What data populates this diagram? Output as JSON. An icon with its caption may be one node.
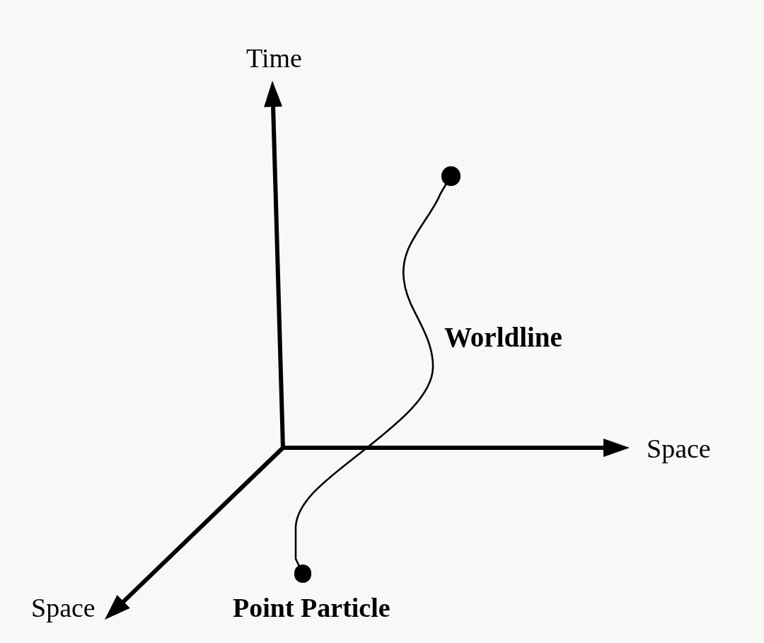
{
  "diagram": {
    "nodes": [
      {
        "text": [],
        "shape": "circle"
      },
      {
        "text": [],
        "shape": "circle",
        "beside": [
          "Point Particle"
        ]
      }
    ],
    "edges": [
      {
        "from": 0,
        "to": 1,
        "arrow": "none",
        "label": "Worldline"
      }
    ],
    "labels": [
      "Time",
      "Space",
      "Space"
    ]
  }
}
